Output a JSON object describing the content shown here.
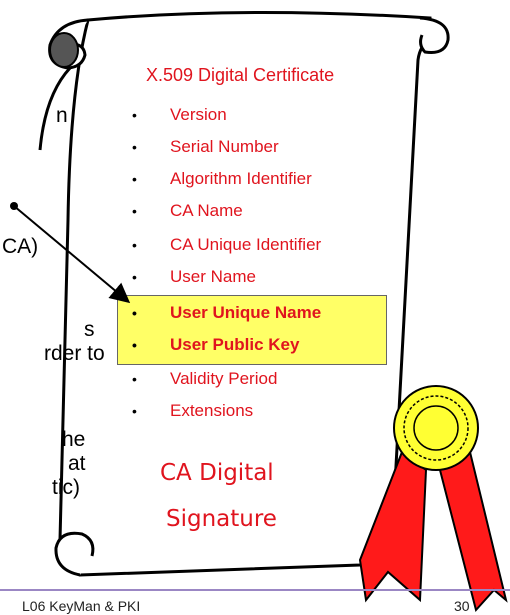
{
  "left_lines": [
    "n",
    "CA)",
    "s",
    "rder to",
    "he",
    "at",
    "tic)"
  ],
  "certificate": {
    "title": "X.509 Digital Certificate",
    "fields": [
      {
        "label": "Version",
        "highlight": false
      },
      {
        "label": "Serial Number",
        "highlight": false
      },
      {
        "label": "Algorithm Identifier",
        "highlight": false
      },
      {
        "label": "CA Name",
        "highlight": false
      },
      {
        "label": "CA Unique Identifier",
        "highlight": false
      },
      {
        "label": "User Name",
        "highlight": false
      },
      {
        "label": "User Unique Name",
        "highlight": true
      },
      {
        "label": "User Public Key",
        "highlight": true
      },
      {
        "label": "Validity Period",
        "highlight": false
      },
      {
        "label": "Extensions",
        "highlight": false
      }
    ],
    "signature_line1": "CA Digital",
    "signature_line2": "Signature",
    "bullet": "•"
  },
  "footer": {
    "course": "L06  KeyMan & PKI",
    "page": "30"
  },
  "colors": {
    "field_text": "#e0141e",
    "highlight": "#ffff66",
    "ribbon": "#ff1a1a",
    "rosette": "#ffff33",
    "footer_rule": "#9b87c4"
  }
}
